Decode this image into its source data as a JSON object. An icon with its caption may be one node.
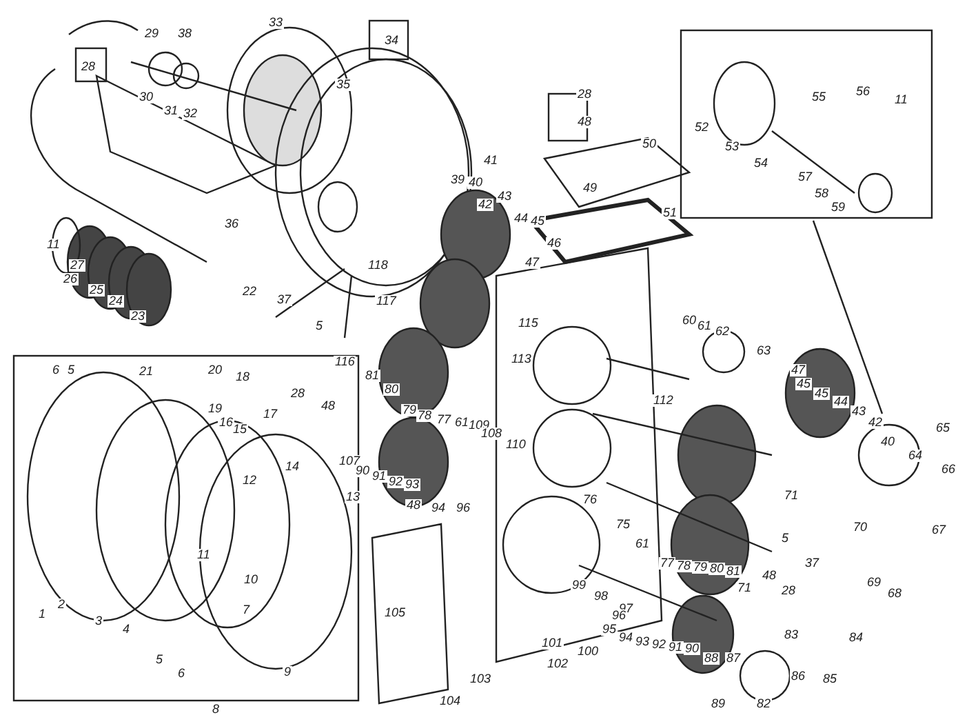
{
  "diagram": {
    "labels": [
      "33",
      "29",
      "38",
      "34",
      "28",
      "35",
      "30",
      "31",
      "32",
      "28",
      "48",
      "50",
      "49",
      "51",
      "52",
      "53",
      "55",
      "54",
      "56",
      "11",
      "57",
      "58",
      "59",
      "41",
      "39",
      "40",
      "42",
      "43",
      "44",
      "45",
      "46",
      "47",
      "11",
      "27",
      "26",
      "25",
      "24",
      "23",
      "36",
      "22",
      "118",
      "37",
      "5",
      "117",
      "115",
      "60",
      "61",
      "62",
      "116",
      "113",
      "63",
      "47",
      "45",
      "45",
      "44",
      "43",
      "42",
      "65",
      "6",
      "5",
      "21",
      "20",
      "18",
      "28",
      "48",
      "81",
      "80",
      "79",
      "78",
      "77",
      "61",
      "109",
      "112",
      "40",
      "64",
      "66",
      "19",
      "16",
      "15",
      "17",
      "108",
      "14",
      "107",
      "90",
      "91",
      "92",
      "93",
      "12",
      "110",
      "48",
      "94",
      "96",
      "76",
      "71",
      "70",
      "67",
      "13",
      "75",
      "61",
      "71",
      "5",
      "37",
      "11",
      "77",
      "78",
      "79",
      "80",
      "81",
      "10",
      "48",
      "28",
      "69",
      "68",
      "99",
      "98",
      "97",
      "96",
      "95",
      "94",
      "93",
      "92",
      "91",
      "90",
      "7",
      "1",
      "2",
      "3",
      "4",
      "105",
      "101",
      "102",
      "100",
      "83",
      "84",
      "88",
      "87",
      "86",
      "85",
      "5",
      "6",
      "9",
      "103",
      "104",
      "8",
      "89",
      "82"
    ]
  }
}
